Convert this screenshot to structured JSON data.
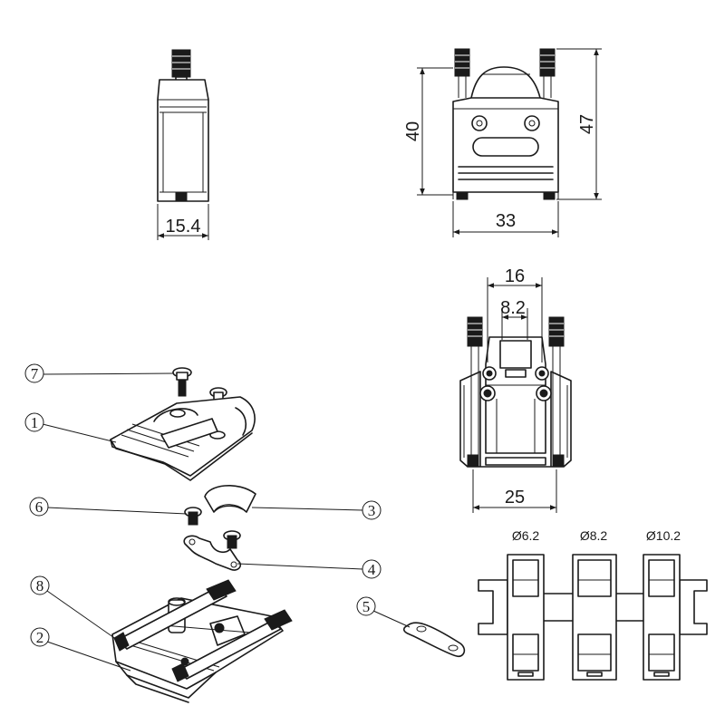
{
  "dimensions": {
    "side_width": "15.4",
    "front_height_body": "40",
    "front_height_total": "47",
    "front_width": "33",
    "rear_outer_width": "16",
    "rear_inner_width": "8.2",
    "rear_bottom_width": "25"
  },
  "cable_sizes": [
    "Ø6.2",
    "Ø8.2",
    "Ø10.2"
  ],
  "callouts": [
    "7",
    "1",
    "6",
    "3",
    "4",
    "8",
    "2",
    "5"
  ]
}
